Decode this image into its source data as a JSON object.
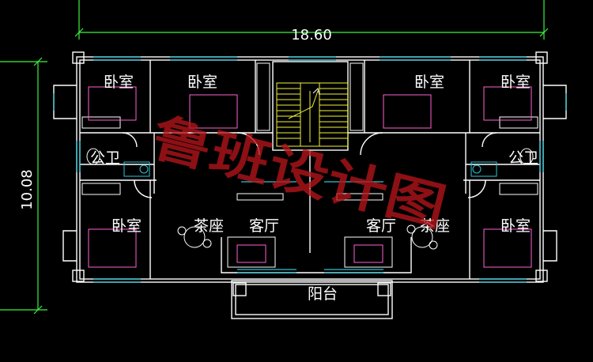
{
  "dimensions": {
    "width_label": "18.60",
    "height_label": "10.08"
  },
  "rooms": {
    "bedroom_tl": "卧室",
    "bedroom_tl2": "卧室",
    "bedroom_tr2": "卧室",
    "bedroom_tr": "卧室",
    "wc_left": "公卫",
    "wc_right": "公卫",
    "bedroom_bl": "卧室",
    "tea_left": "茶座",
    "living_left": "客厅",
    "living_right": "客厅",
    "tea_right": "茶座",
    "bedroom_br": "卧室",
    "balcony": "阳台"
  },
  "watermark": {
    "text": "鲁班设计图"
  },
  "colors": {
    "background": "#000000",
    "wall": "#ffffff",
    "glass": "#2fc4d6",
    "stair": "#f2f23a",
    "dim": "#3ef23e",
    "furniture": "#ff5fd2",
    "watermark": "#b4141a"
  }
}
